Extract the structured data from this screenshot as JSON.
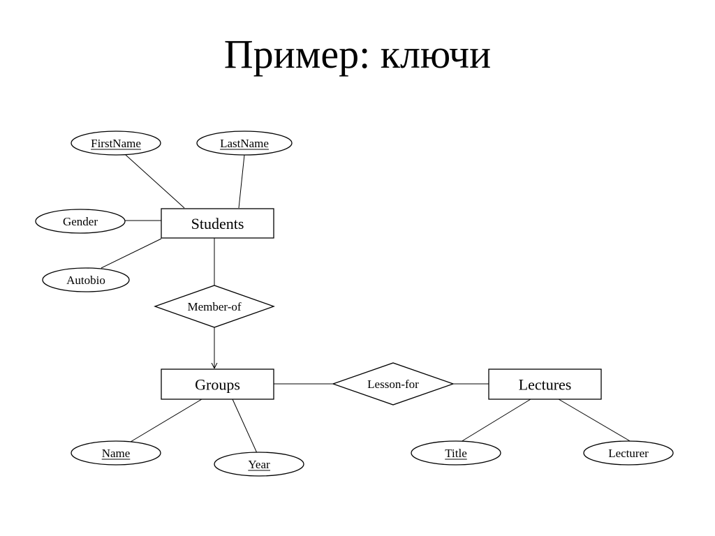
{
  "title": "Пример: ключи",
  "entities": [
    {
      "id": "students",
      "label": "Students"
    },
    {
      "id": "groups",
      "label": "Groups"
    },
    {
      "id": "lectures",
      "label": "Lectures"
    }
  ],
  "relationships": [
    {
      "id": "member-of",
      "label": "Member-of"
    },
    {
      "id": "lesson-for",
      "label": "Lesson-for"
    }
  ],
  "attributes": [
    {
      "id": "firstname",
      "label": "FirstName",
      "key": true,
      "entity": "students"
    },
    {
      "id": "lastname",
      "label": "LastName",
      "key": true,
      "entity": "students"
    },
    {
      "id": "gender",
      "label": "Gender",
      "key": false,
      "entity": "students"
    },
    {
      "id": "autobio",
      "label": "Autobio",
      "key": false,
      "entity": "students"
    },
    {
      "id": "name",
      "label": "Name",
      "key": true,
      "entity": "groups"
    },
    {
      "id": "year",
      "label": "Year",
      "key": true,
      "entity": "groups"
    },
    {
      "id": "title",
      "label": "Title",
      "key": true,
      "entity": "lectures"
    },
    {
      "id": "lecturer",
      "label": "Lecturer",
      "key": false,
      "entity": "lectures"
    }
  ],
  "edges": [
    {
      "from": "students",
      "to": "firstname",
      "arrow": false
    },
    {
      "from": "students",
      "to": "lastname",
      "arrow": false
    },
    {
      "from": "students",
      "to": "gender",
      "arrow": false
    },
    {
      "from": "students",
      "to": "autobio",
      "arrow": false
    },
    {
      "from": "students",
      "to": "member-of",
      "arrow": false
    },
    {
      "from": "member-of",
      "to": "groups",
      "arrow": true
    },
    {
      "from": "groups",
      "to": "lesson-for",
      "arrow": false
    },
    {
      "from": "lesson-for",
      "to": "lectures",
      "arrow": false
    },
    {
      "from": "groups",
      "to": "name",
      "arrow": false
    },
    {
      "from": "groups",
      "to": "year",
      "arrow": false
    },
    {
      "from": "lectures",
      "to": "title",
      "arrow": false
    },
    {
      "from": "lectures",
      "to": "lecturer",
      "arrow": false
    }
  ]
}
